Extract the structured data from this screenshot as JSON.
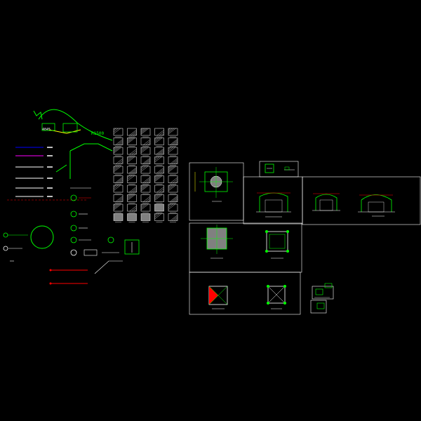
{
  "drawing": {
    "background": "#000000",
    "colors": {
      "primary": "#00ff00",
      "white": "#ffffff",
      "blue": "#0000ff",
      "magenta": "#ff00ff",
      "red": "#ff0000",
      "yellow": "#ffff00",
      "grey": "#808080",
      "cyan": "#00ffff"
    },
    "text": {
      "radius_label": "R1500",
      "dim_label": "4045"
    },
    "legend_line_colors": [
      "#0000ff",
      "#ff00ff",
      "#ffffff",
      "#ffffff",
      "#ffffff",
      "#ffffff"
    ],
    "hatch_rows": 10,
    "hatch_cols": 5
  }
}
